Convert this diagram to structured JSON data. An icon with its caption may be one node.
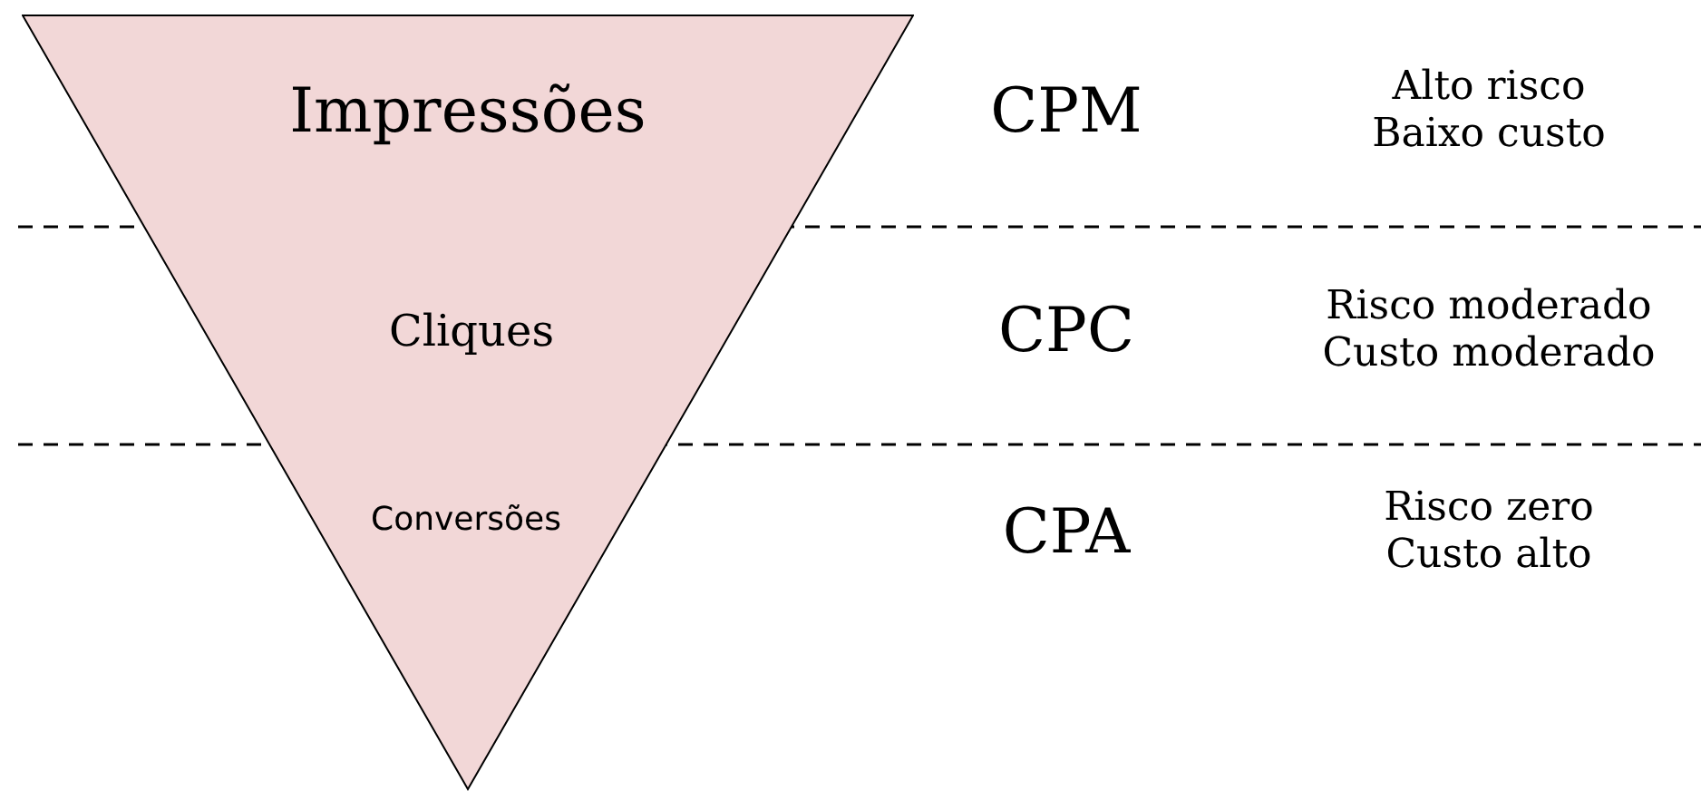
{
  "diagram": {
    "nodes": [
      {
        "text": [
          "Impressões",
          "Cliques",
          "Conversões"
        ]
      }
    ],
    "labels": [
      "CPM",
      "Alto risco Baixo custo",
      "CPC",
      "Risco moderado Custo moderado",
      "CPA",
      "Risco zero Custo alto"
    ]
  }
}
